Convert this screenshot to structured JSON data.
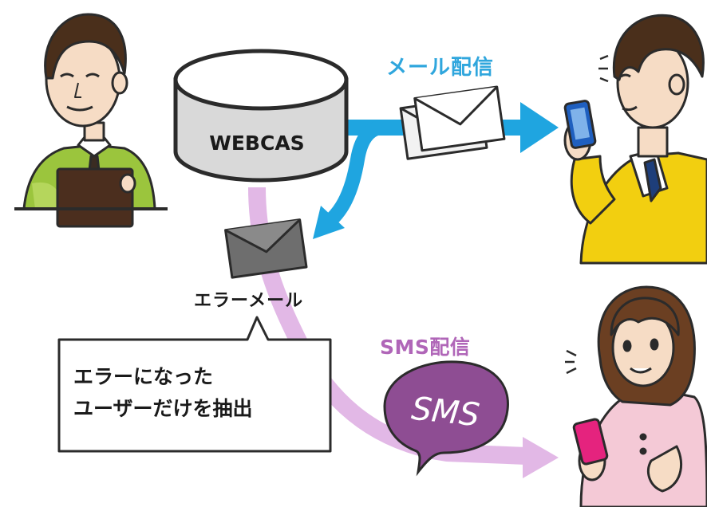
{
  "server": {
    "label": "WEBCAS"
  },
  "labels": {
    "mail_delivery": "メール配信",
    "error_mail": "エラーメール",
    "sms_delivery": "SMS配信"
  },
  "callout": {
    "line1": "エラーになった",
    "line2": "ユーザーだけを抽出"
  },
  "sms_bubble": {
    "label": "SMS"
  },
  "colors": {
    "mail_arrow": "#1fa5e0",
    "sms_arrow": "#e2b8e6",
    "sms_bubble": "#8e4d93",
    "server_fill": "#d9d9d9",
    "operator_shirt": "#9bc53d",
    "male_recipient_jacket": "#f2cf10",
    "female_recipient_top": "#f4c9d6"
  },
  "icons": [
    "operator-person-icon",
    "database-icon",
    "envelope-icon",
    "male-recipient-icon",
    "female-recipient-icon",
    "smartphone-icon",
    "speech-bubble-icon"
  ]
}
